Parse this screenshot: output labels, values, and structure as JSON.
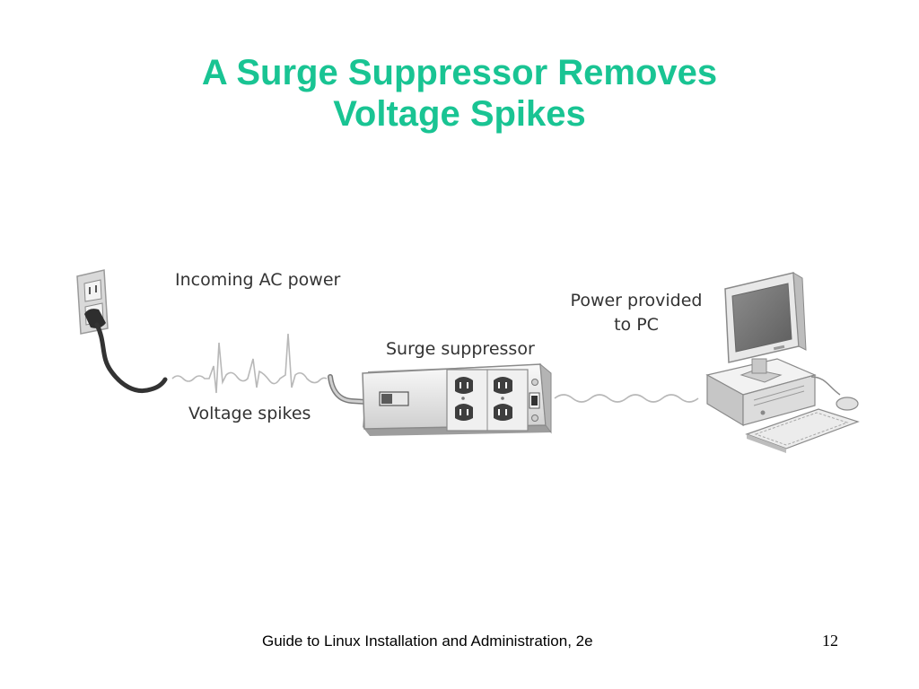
{
  "slide": {
    "title_line1": "A Surge Suppressor Removes",
    "title_line2": "Voltage Spikes"
  },
  "diagram": {
    "labels": {
      "incoming": "Incoming AC power",
      "spikes": "Voltage spikes",
      "suppressor": "Surge suppressor",
      "provided_line1": "Power provided",
      "provided_line2": "to PC"
    },
    "icons": [
      "wall-outlet-icon",
      "plug-icon",
      "surge-suppressor-icon",
      "computer-icon",
      "monitor-icon",
      "keyboard-icon",
      "mouse-icon"
    ],
    "colors": {
      "title": "#19c493",
      "device_body": "#e4e4e4",
      "device_shadow": "#9a9a9a",
      "cable": "#333333",
      "waveform": "#b8b8b8"
    }
  },
  "footer": {
    "text": "Guide to Linux Installation and Administration, 2e",
    "page": "12"
  }
}
